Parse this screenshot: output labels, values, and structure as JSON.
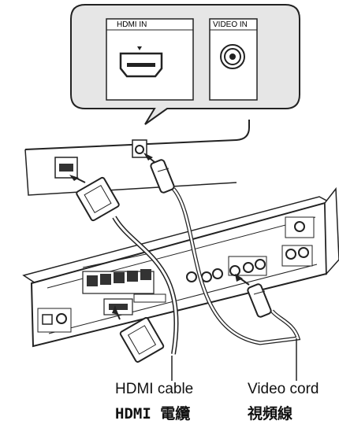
{
  "callout": {
    "hdmi_in_label": "HDMI IN",
    "video_in_label": "VIDEO IN"
  },
  "captions": {
    "hdmi_cable_en": "HDMI cable",
    "hdmi_cable_zh": "HDMI 電纜",
    "video_cord_en": "Video cord",
    "video_cord_zh": "視頻線"
  },
  "colors": {
    "line": "#222222",
    "callout_fill": "#e6e6e6",
    "panel_fill": "#ffffff",
    "jack_fill": "#333333"
  }
}
